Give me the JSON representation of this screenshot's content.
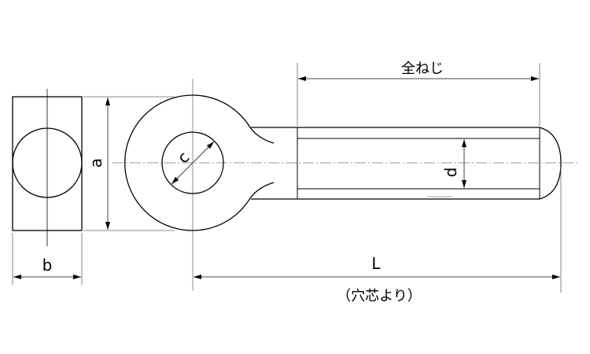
{
  "labels": {
    "a": "a",
    "b": "b",
    "c": "c",
    "d": "d",
    "L": "L",
    "L_note": "（穴芯より）",
    "thread": "全ねじ"
  },
  "colors": {
    "line": "#000000",
    "dim": "#555555",
    "center": "#777777"
  }
}
